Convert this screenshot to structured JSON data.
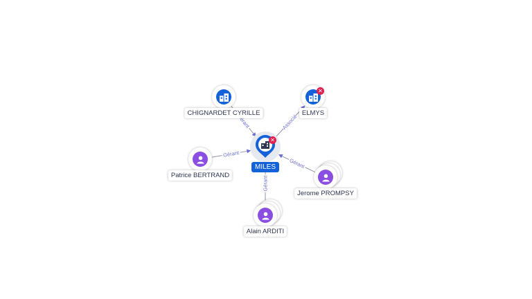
{
  "graph": {
    "center": {
      "name": "MILES",
      "type": "company",
      "icon": "building-icon",
      "status": "closed"
    },
    "nodes": [
      {
        "id": "chignardet",
        "name": "CHIGNARDET CYRILLE",
        "type": "company",
        "icon": "building-icon"
      },
      {
        "id": "elmys",
        "name": "ELMYS",
        "type": "company",
        "icon": "building-icon",
        "status": "closed"
      },
      {
        "id": "bertrand",
        "name": "Patrice BERTRAND",
        "type": "person",
        "icon": "person-icon"
      },
      {
        "id": "prompsy",
        "name": "Jerome PROMPSY",
        "type": "person",
        "icon": "person-icon"
      },
      {
        "id": "arditi",
        "name": "Alain ARDITI",
        "type": "person",
        "icon": "person-icon"
      }
    ],
    "edges": [
      {
        "from": "chignardet",
        "to": "center",
        "label": "Gérant"
      },
      {
        "from": "center",
        "to": "elmys",
        "label": "Associé"
      },
      {
        "from": "bertrand",
        "to": "center",
        "label": "Gérant"
      },
      {
        "from": "prompsy",
        "to": "center",
        "label": "Gérant"
      },
      {
        "from": "arditi",
        "to": "center",
        "label": "Gérant"
      }
    ],
    "colors": {
      "company": "#1462d9",
      "person": "#8a4fe0",
      "edge_label": "#6b6fd8",
      "closed_badge": "#e0204e"
    }
  }
}
